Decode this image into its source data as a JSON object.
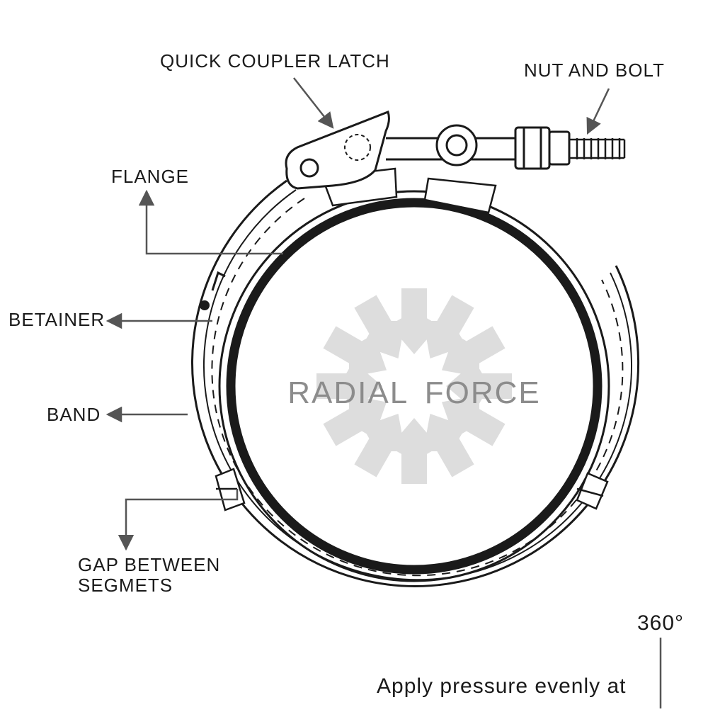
{
  "labels": {
    "latch": "QUICK COUPLER LATCH",
    "nut_bolt": "NUT AND BOLT",
    "flange": "FLANGE",
    "retainer": "BETAINER",
    "band": "BAND",
    "gap_line1": "GAP BETWEEN",
    "gap_line2": "SEGMETS",
    "radial_force": "RADIAL FORCE",
    "degrees": "360°",
    "note": "Apply pressure evenly at"
  },
  "colors": {
    "line": "#1a1a1a",
    "arrow_fill": "#dddddd",
    "leader": "#555555",
    "center_text": "#8c8c8c"
  }
}
